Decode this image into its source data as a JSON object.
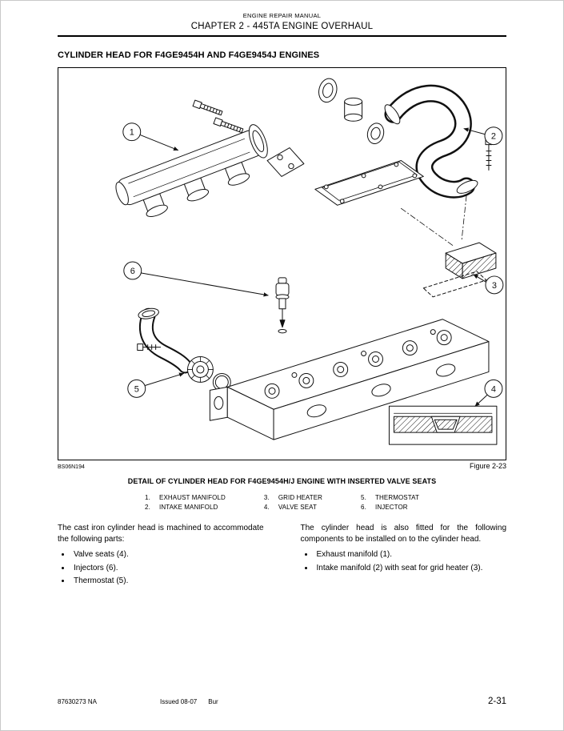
{
  "page": {
    "header": {
      "manual_title": "ENGINE REPAIR MANUAL",
      "chapter_title": "CHAPTER 2 - 445TA ENGINE OVERHAUL"
    },
    "section_title": "CYLINDER HEAD FOR F4GE9454H AND F4GE9454J ENGINES",
    "figure": {
      "photo_id": "BS06N194",
      "figure_label": "Figure 2-23",
      "caption": "DETAIL OF CYLINDER HEAD FOR F4GE9454H/J ENGINE WITH INSERTED VALVE SEATS",
      "callouts": [
        "1",
        "2",
        "3",
        "4",
        "5",
        "6"
      ],
      "legend": [
        {
          "num": "1.",
          "label": "EXHAUST MANIFOLD"
        },
        {
          "num": "2.",
          "label": "INTAKE MANIFOLD"
        },
        {
          "num": "3.",
          "label": "GRID HEATER"
        },
        {
          "num": "4.",
          "label": "VALVE SEAT"
        },
        {
          "num": "5.",
          "label": "THERMOSTAT"
        },
        {
          "num": "6.",
          "label": "INJECTOR"
        }
      ]
    },
    "body": {
      "left": {
        "intro": "The cast iron cylinder head is machined to accommodate the following parts:",
        "bullets": [
          "Valve seats (4).",
          "Injectors (6).",
          "Thermostat (5)."
        ]
      },
      "right": {
        "intro": "The cylinder head is also fitted for the following components to be installed on to the cylinder head.",
        "bullets": [
          "Exhaust manifold (1).",
          "Intake manifold (2) with seat for grid heater (3)."
        ]
      }
    },
    "footer": {
      "doc_number": "87630273 NA",
      "issued": "Issued 08-07",
      "issued_by": "Bur",
      "page_number": "2-31"
    },
    "colors": {
      "ink": "#111111",
      "paper": "#ffffff"
    }
  }
}
